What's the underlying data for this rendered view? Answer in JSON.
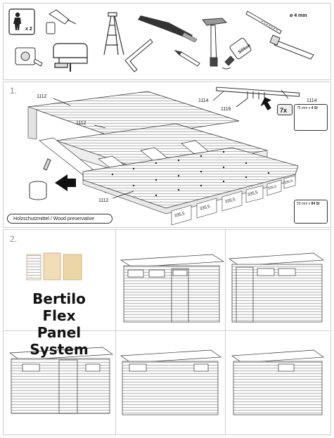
{
  "tools": {
    "person_count": "x 2",
    "drill_bit_diameter": "ø  4 mm",
    "silicone_label": "Silikon"
  },
  "step1": {
    "number": "1.",
    "labels": [
      "1112",
      "1112",
      "1112",
      "1114",
      "1114",
      "1116"
    ],
    "screw_count": "7x",
    "screw_small": {
      "size": "75 mm x ",
      "count": "4 St"
    },
    "screw_large": {
      "size": "50 mm x ",
      "count": "84 St"
    },
    "dimensions": [
      "335,5",
      "335,5",
      "335,5",
      "335,5",
      "335,5",
      "335,5"
    ],
    "preservative_label": "Holzschutzmittel / Wood preservative"
  },
  "step2": {
    "number": "2.",
    "brand_line1": "Bertilo Flex",
    "brand_line2": "Panel System"
  }
}
